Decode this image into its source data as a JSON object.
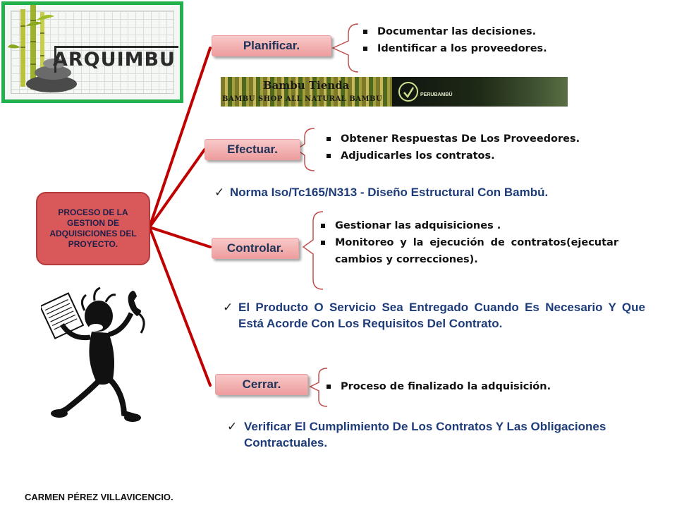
{
  "logo": {
    "text": "ARQUIMBU"
  },
  "root": {
    "label": "PROCESO DE LA GESTION DE ADQUISICIONES DEL PROYECTO."
  },
  "steps": [
    {
      "label": "Planificar.",
      "bullets": [
        "Documentar las decisiones.",
        "Identificar a los proveedores."
      ]
    },
    {
      "label": "Efectuar.",
      "bullets": [
        "Obtener Respuestas  De Los Proveedores.",
        "Adjudicarles los contratos."
      ]
    },
    {
      "label": "Controlar.",
      "bullets": [
        "Gestionar las adquisiciones .",
        "Monitoreo y la ejecución de contratos(ejecutar cambios y correcciones)."
      ]
    },
    {
      "label": "Cerrar.",
      "bullets": [
        "Proceso de finalizado la adquisición."
      ]
    }
  ],
  "banner": {
    "title": "Bambu Tienda",
    "subtitle": "BAMBU SHOP ALL NATURAL BAMBU",
    "brand": "PERUBAMBÚ"
  },
  "checks": [
    "Norma Iso/Tc165/N313 - Diseño Estructural Con Bambú.",
    "El Producto O Servicio Sea Entregado Cuando Es Necesario Y Que Está Acorde Con Los Requisitos Del Contrato.",
    "Verificar El Cumplimiento De Los Contratos Y Las Obligaciones Contractuales."
  ],
  "check_mark": "✓",
  "footer": "CARMEN PÉREZ VILLAVICENCIO.",
  "colors": {
    "connector": "#c00000",
    "bracket": "#c0504d",
    "root_fill": "#d9595b",
    "step_fill": "#f4b6b6",
    "step_text": "#1f3358",
    "check_text": "#1f3c7a",
    "logo_border": "#22b14c"
  }
}
